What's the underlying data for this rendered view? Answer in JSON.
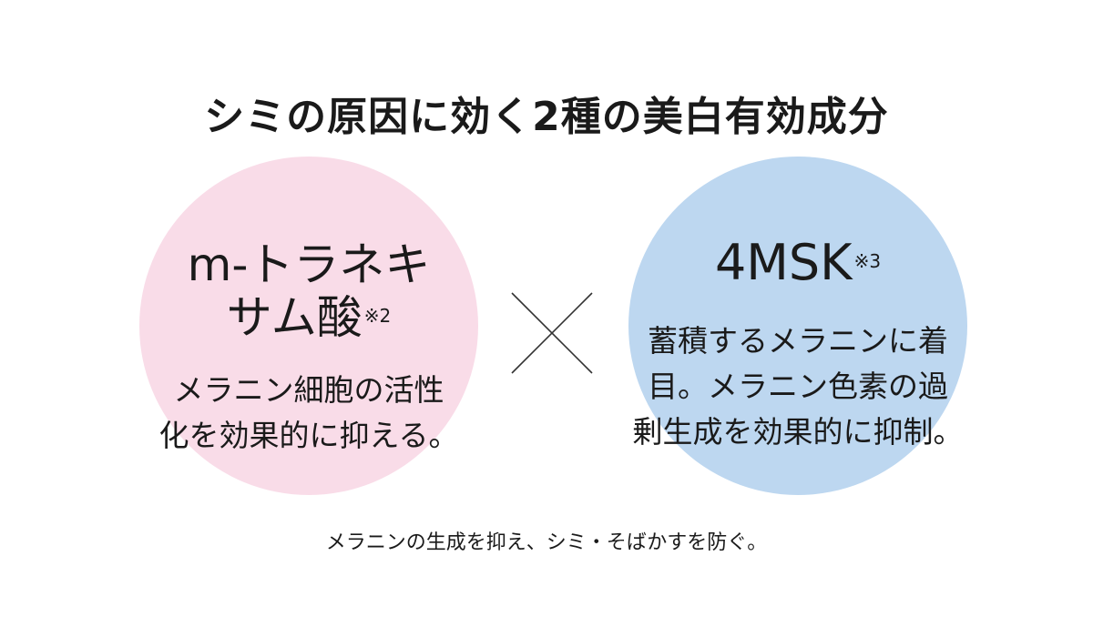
{
  "headline": "シミの原因に効く2種の美白有効成分",
  "colors": {
    "pink_circle": "#f9dce8",
    "blue_circle": "#bdd7f0",
    "text": "#1a1a1a"
  },
  "left_ingredient": {
    "name_line1": "m-トラネキ",
    "name_line2": "サム酸",
    "note_mark": "※2",
    "desc_line1": "メラニン細胞の活性",
    "desc_line2": "化を効果的に抑える。"
  },
  "operator_icon": "multiply-cross-icon",
  "right_ingredient": {
    "name": "4MSK",
    "note_mark": "※3",
    "desc_line1": "蓄積するメラニンに着",
    "desc_line2": "目。メラニン色素の過",
    "desc_line3": "剰生成を効果的に抑制。"
  },
  "footnote": "メラニンの生成を抑え、シミ・そばかすを防ぐ。"
}
